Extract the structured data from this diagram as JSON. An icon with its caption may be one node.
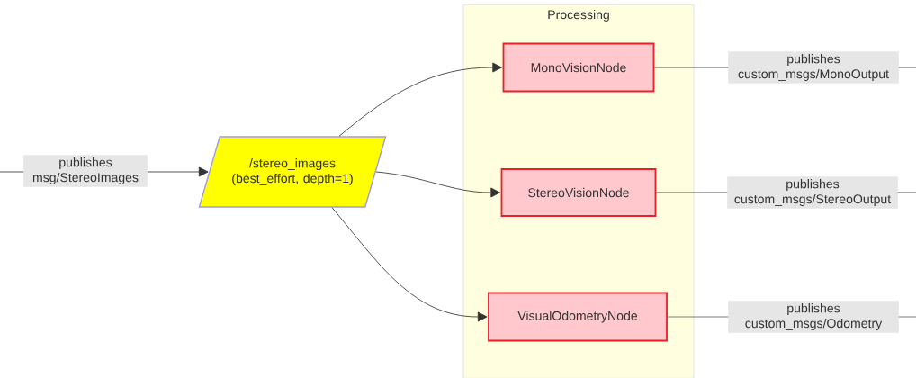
{
  "diagram": {
    "nodes": [
      {
        "text": [
          "/stereo_images (best_effort, depth=1)"
        ]
      },
      {
        "text": [
          "Processing"
        ]
      },
      {
        "text": [
          "MonoVisionNode"
        ],
        "in": 1
      },
      {
        "text": [
          "StereoVisionNode"
        ],
        "in": 1
      },
      {
        "text": [
          "VisualOdometryNode"
        ],
        "in": 1
      }
    ],
    "edges": [
      {
        "from": null,
        "to": 0,
        "arrow": "to",
        "label": "publishes msg/StereoImages"
      },
      {
        "from": 0,
        "to": 2,
        "arrow": "to"
      },
      {
        "from": 0,
        "to": 3,
        "arrow": "to"
      },
      {
        "from": 0,
        "to": 4,
        "arrow": "to"
      },
      {
        "from": 2,
        "to": null,
        "arrow": "none",
        "label": "publishes custom_msgs/MonoOutput"
      },
      {
        "from": 3,
        "to": null,
        "arrow": "none",
        "label": "publishes custom_msgs/StereoOutput"
      },
      {
        "from": 4,
        "to": null,
        "arrow": "none",
        "label": "publishes custom_msgs/Odometry"
      }
    ]
  }
}
